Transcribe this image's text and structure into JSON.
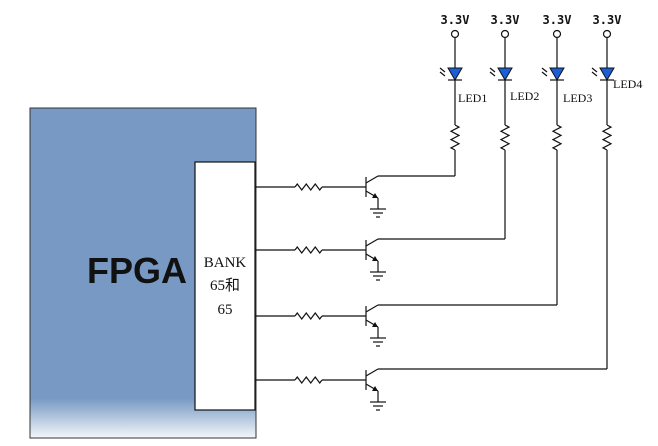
{
  "fpga": {
    "label": "FPGA",
    "body_color": "#7799c4"
  },
  "bank": {
    "lines": [
      "BANK",
      "65和",
      "65"
    ]
  },
  "supply": {
    "label": "3.3V"
  },
  "leds": [
    {
      "label": "LED1"
    },
    {
      "label": "LED2"
    },
    {
      "label": "LED3"
    },
    {
      "label": "LED4"
    }
  ],
  "led_color": "#1a5fd6",
  "annotation": "-"
}
